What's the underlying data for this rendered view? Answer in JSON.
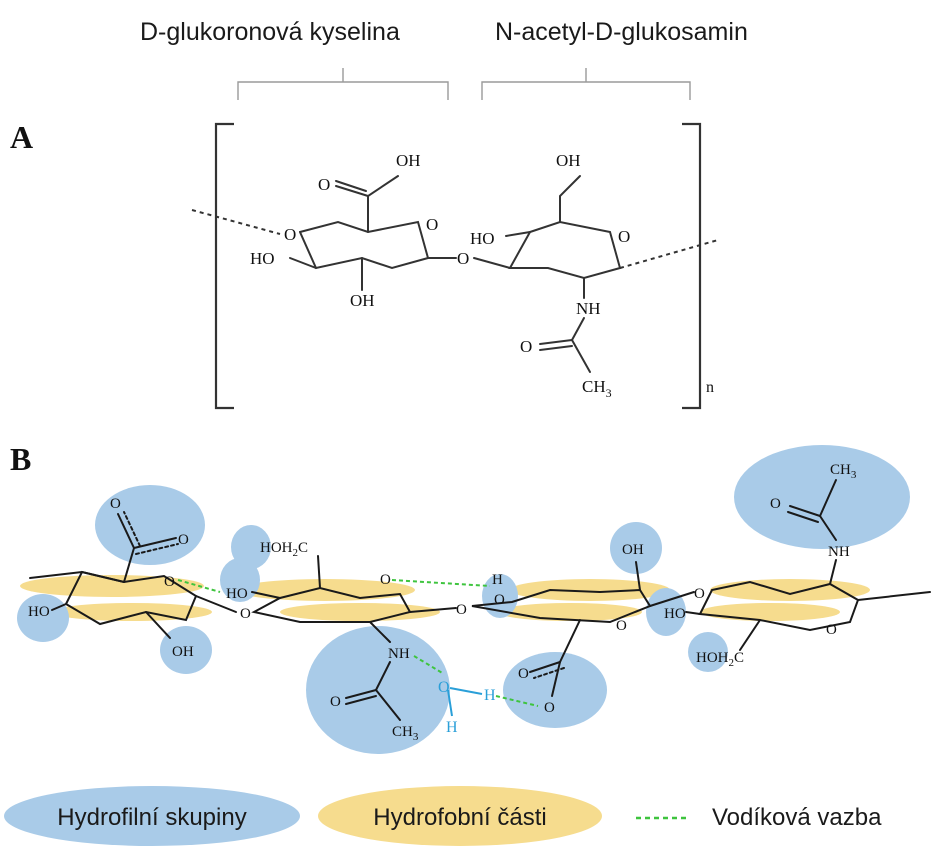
{
  "header": {
    "left_unit": "D-glukoronová kyselina",
    "right_unit": "N-acetyl-D-glukosamin"
  },
  "panel_a": {
    "label": "A",
    "repeat_subscript": "n",
    "atoms": {
      "oh_acid": "OH",
      "o_acid": "O",
      "ring_o_left": "O",
      "link_o_left": "O",
      "ho_c3": "HO",
      "oh_c2": "OH",
      "glyco_o": "O",
      "oh_ch2": "OH",
      "ho_c4": "HO",
      "ring_o_right": "O",
      "nh": "NH",
      "o_amide": "O",
      "ch3_main": "CH",
      "ch3_sub": "3"
    },
    "colors": {
      "bond": "#333333",
      "text": "#111111"
    }
  },
  "panel_b": {
    "label": "B",
    "atoms": {
      "o_cooh_top1": "O",
      "o_cooh_top2": "O",
      "ho_left": "HO",
      "oh_bottom_left": "OH",
      "ring_o_1": "O",
      "ho_mid1": "HO",
      "hoh2c_main": "HOH",
      "hoh2c_sub": "2",
      "hoh2c_tail": "C",
      "ring_o_2": "O",
      "glyco_o_1": "O",
      "glyco_o_2": "O",
      "nh_left": "NH",
      "o_amide_left": "O",
      "ch3_left_main": "CH",
      "ch3_left_sub": "3",
      "water_o": "O",
      "water_h1": "H",
      "water_h2": "H",
      "h_mid": "H",
      "o_mid": "O",
      "oh_top_mid": "OH",
      "ring_o_3": "O",
      "o_cooh_low1": "O",
      "o_cooh_low2": "O",
      "glyco_o_3": "O",
      "ch3_right_main": "CH",
      "ch3_right_sub": "3",
      "o_amide_right": "O",
      "nh_right": "NH",
      "ho_right": "HO",
      "ring_o_4": "O",
      "hoh2c_right_main": "HOH",
      "hoh2c_right_sub": "2",
      "hoh2c_right_tail": "C"
    },
    "colors": {
      "hydrophilic": "#a9cbe8",
      "hydrophobic": "#f6dc8e",
      "hbond": "#3ec43e",
      "water": "#2a9fd8",
      "bond": "#1a1a1a"
    }
  },
  "legend": {
    "hydrophilic_label": "Hydrofilní skupiny",
    "hydrophobic_label": "Hydrofobní části",
    "hbond_label": "Vodíková vazba"
  }
}
